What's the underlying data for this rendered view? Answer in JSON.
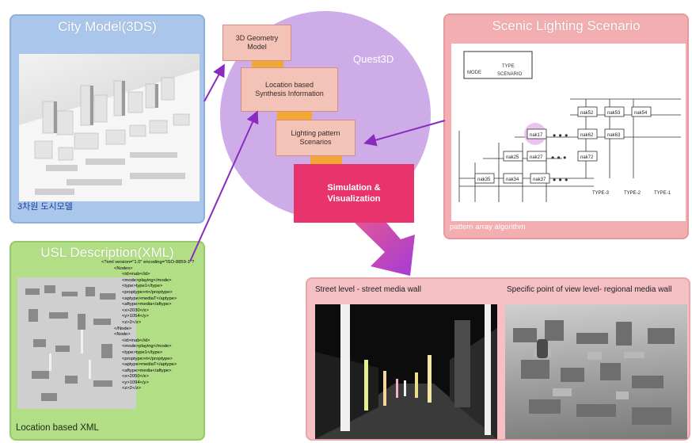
{
  "city_panel": {
    "title": "City Model(3DS)",
    "caption": "3차원 도시모델"
  },
  "usl_panel": {
    "title": "USL Description(XML)",
    "caption": "Location based XML",
    "xml_lines": [
      "<?xml version=\"1.0\" encoding=\"ISO-8859-1\"?",
      "<Nodes>",
      "<id>mab</id>",
      "<mode>playing</mode>",
      "<type>type1</type>",
      "<proptype>rt</proptype>",
      "<aptype>mediaT</aptype>",
      "<aftype>media</aftype>",
      "<x>2030</x>",
      "<y>1054</y>",
      "<z>2</z>",
      "</Node>",
      "<Node>",
      "<id>mab</id>",
      "<mode>playing</mode>",
      "<type>type1</type>",
      "<proptype>rt</proptype>",
      "<aptype>mediaT</aptype>",
      "<aftype>media</aftype>",
      "<x>2050</x>",
      "<y>1094</y>",
      "<z>2</z>"
    ]
  },
  "center": {
    "engine_label": "Quest3D",
    "box_geometry": "3D Geometry\nModel",
    "box_location": "Location based\nSynthesis Information",
    "box_lighting": "Lighting pattern\nScenarios",
    "simulation": "Simulation &\nVisualization"
  },
  "scenic_panel": {
    "title": "Scenic Lighting Scenario",
    "caption": "pattern array algorithm",
    "diagram": {
      "top_labels": [
        "MODE",
        "TYPE",
        "SCENARIO"
      ],
      "nodes_row1": [
        "nak52",
        "nak53",
        "nak54"
      ],
      "nodes_row2": [
        "nak17",
        "nak62",
        "nak63"
      ],
      "nodes_row3": [
        "nak25",
        "nak27",
        "nak72"
      ],
      "nodes_row4": [
        "nak35",
        "nak34",
        "nak37"
      ],
      "type_labels": [
        "TYPE-3",
        "TYPE-2",
        "TYPE-1"
      ]
    }
  },
  "viz_panel": {
    "left_label": "Street level - street media wall",
    "right_label": "Specific point of view level- regional media wall"
  },
  "colors": {
    "city_bg": "#aac6ea",
    "usl_bg": "#b2de86",
    "scenic_bg": "#f2aeb0",
    "viz_bg": "#f5c0c4",
    "circle": "#c9a3e6",
    "simulation": "#e8336d",
    "arrow": "#8a2bbf"
  }
}
